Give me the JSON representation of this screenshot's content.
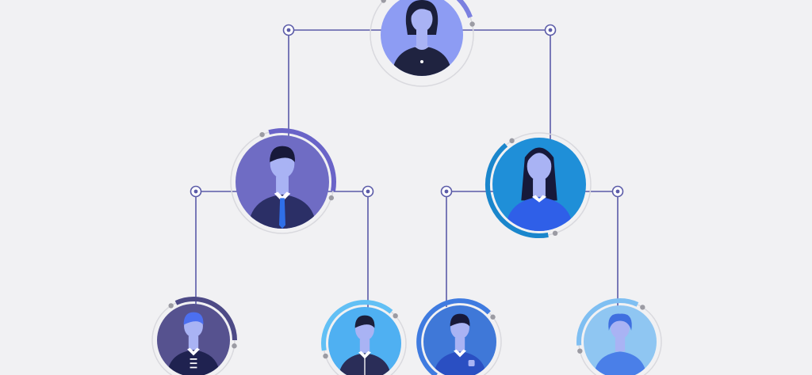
{
  "diagram": {
    "type": "org-chart",
    "palette": {
      "background": "#f1f1f3",
      "connector": "#5b5ba8",
      "ring": "#d9d9de",
      "ring_dot": "#9b9ba3",
      "skin": "#a9b3f4"
    },
    "nodes": [
      {
        "id": "top",
        "level": 0,
        "portrait": "woman-short-hair",
        "circle": "#8d9cf3",
        "arc": "#7b80e0",
        "hair": "#1b1f3b",
        "shirt": "#1f2340"
      },
      {
        "id": "left-manager",
        "level": 1,
        "portrait": "man-suit-tie",
        "circle": "#6f6cc4",
        "arc": "#6a64c8",
        "hair": "#17193a",
        "shirt": "#2b2f66",
        "tie": "#2f6fe8"
      },
      {
        "id": "right-manager",
        "level": 1,
        "portrait": "woman-long-hair",
        "circle": "#1f8fd8",
        "arc": "#1a86cc",
        "hair": "#17193a",
        "shirt": "#2f5fe8"
      },
      {
        "id": "staff-1",
        "level": 2,
        "portrait": "man-side-part",
        "circle": "#56528f",
        "arc": "#4d4a86",
        "hair": "#4c6ff0",
        "shirt": "#1f2250"
      },
      {
        "id": "staff-2",
        "level": 2,
        "portrait": "man-shirt",
        "circle": "#4fb0f2",
        "arc": "#62c0f5",
        "hair": "#1b1f3b",
        "shirt": "#2a2d58"
      },
      {
        "id": "staff-3",
        "level": 2,
        "portrait": "man-badge",
        "circle": "#3f78d8",
        "arc": "#3f7be0",
        "hair": "#17193a",
        "shirt": "#2a4fc2"
      },
      {
        "id": "staff-4",
        "level": 2,
        "portrait": "person-curly",
        "circle": "#8fc6f2",
        "arc": "#7fbff2",
        "hair": "#3f6fe0",
        "shirt": "#4a7fe8"
      }
    ],
    "links": [
      {
        "from": "top",
        "to": "left-manager"
      },
      {
        "from": "top",
        "to": "right-manager"
      },
      {
        "from": "left-manager",
        "to": "staff-1"
      },
      {
        "from": "left-manager",
        "to": "staff-2"
      },
      {
        "from": "right-manager",
        "to": "staff-3"
      },
      {
        "from": "right-manager",
        "to": "staff-4"
      }
    ]
  }
}
